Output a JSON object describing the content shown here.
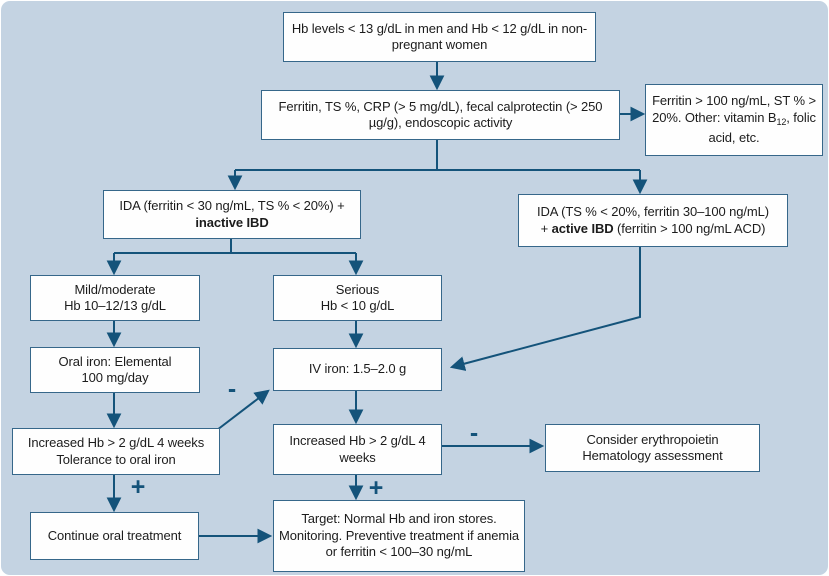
{
  "palette": {
    "bg": "#c4d3e2",
    "arrow": "#14537a",
    "border": "#36678a",
    "text": "#1c1c1c",
    "boxbg": "#fefefe"
  },
  "nodes": {
    "hb_levels": {
      "lines": [
        "Hb levels < 13 g/dL in men and Hb < 12 g/dL in non-",
        "pregnant women"
      ]
    },
    "screening": {
      "lines": [
        "Ferritin, TS %, CRP (> 5 mg/dL), fecal calprotectin (> 250",
        "µg/g), endoscopic activity"
      ]
    },
    "normal_workup": {
      "line1": "Ferritin > 100 ng/mL, ST % >",
      "line2_pre": "20%. Other: vitamin B",
      "line2_sub": "12",
      "line2_post": ", folic",
      "line3": "acid, etc."
    },
    "ida_inactive": {
      "line1": "IDA (ferritin < 30 ng/mL, TS % < 20%) +",
      "line2_bold": "inactive IBD"
    },
    "ida_active": {
      "line1": "IDA (TS % < 20%, ferritin 30–100 ng/mL)",
      "line2_pre": "+ ",
      "line2_bold": "active IBD",
      "line2_post": " (ferritin > 100 ng/mL ACD)"
    },
    "mild_moderate": {
      "lines": [
        "Mild/moderate",
        "Hb 10–12/13 g/dL"
      ]
    },
    "serious": {
      "lines": [
        "Serious",
        "Hb < 10 g/dL"
      ]
    },
    "oral_iron": {
      "lines": [
        "Oral iron: Elemental",
        "100 mg/day"
      ]
    },
    "iv_iron": {
      "lines": [
        "IV iron: 1.5–2.0 g"
      ]
    },
    "oral_response": {
      "lines": [
        "Increased Hb > 2 g/dL 4 weeks",
        "Tolerance to oral iron"
      ]
    },
    "iv_response": {
      "lines": [
        "Increased Hb > 2 g/dL 4",
        "weeks"
      ]
    },
    "erythropoietin": {
      "lines": [
        "Consider erythropoietin",
        "Hematology assessment"
      ]
    },
    "continue_oral": {
      "lines": [
        "Continue oral treatment"
      ]
    },
    "target": {
      "lines": [
        "Target: Normal Hb and iron stores.",
        "Monitoring. Preventive treatment if anemia",
        "or ferritin < 100–30 ng/mL"
      ]
    }
  },
  "signs": {
    "oral_response_negative": "-",
    "oral_response_positive": "+",
    "iv_response_negative": "-",
    "iv_response_positive": "+"
  }
}
